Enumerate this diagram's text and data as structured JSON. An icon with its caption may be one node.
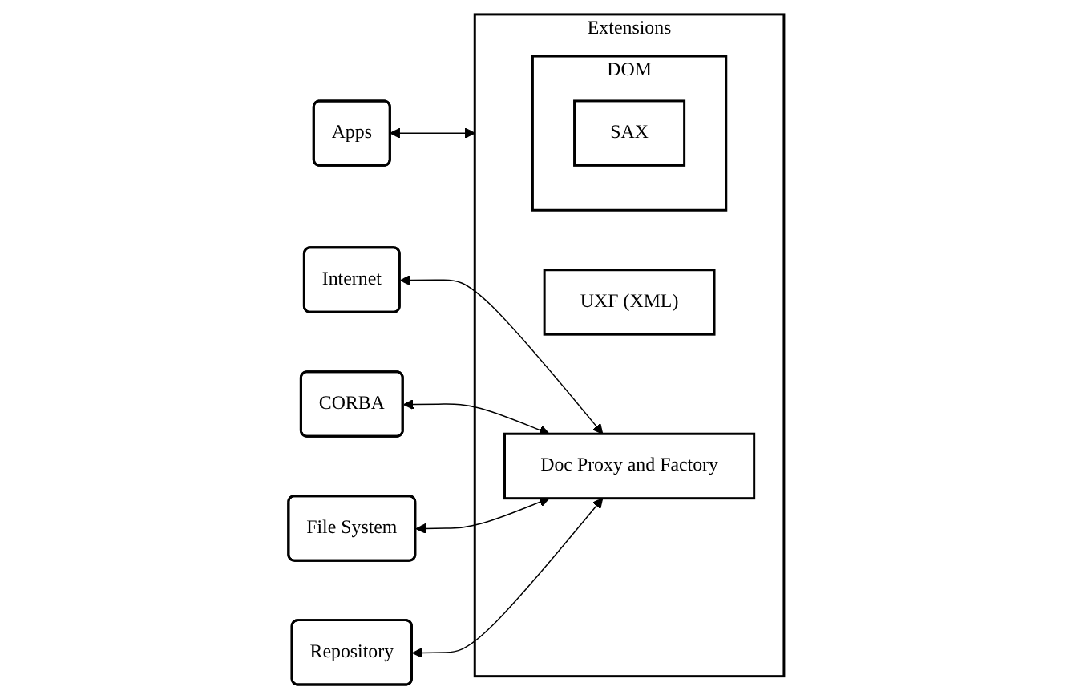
{
  "diagram": {
    "nodes": [
      {
        "text": [
          "Apps"
        ]
      },
      {
        "text": [
          "Extensions"
        ]
      },
      {
        "text": [
          "DOM"
        ],
        "in": 1
      },
      {
        "text": [
          "SAX"
        ],
        "in": 2
      },
      {
        "text": [
          "UXF (XML)"
        ],
        "in": 1
      },
      {
        "text": [
          "Doc Proxy and Factory"
        ],
        "in": 1
      },
      {
        "text": [
          "Internet"
        ]
      },
      {
        "text": [
          "CORBA"
        ]
      },
      {
        "text": [
          "File System"
        ]
      },
      {
        "text": [
          "Repository"
        ]
      }
    ],
    "edges": [
      {
        "from": 0,
        "to": 1,
        "arrow": "both"
      },
      {
        "from": 6,
        "to": 5,
        "arrow": "both"
      },
      {
        "from": 7,
        "to": 5,
        "arrow": "both"
      },
      {
        "from": 8,
        "to": 5,
        "arrow": "both"
      },
      {
        "from": 9,
        "to": 5,
        "arrow": "both"
      }
    ]
  }
}
